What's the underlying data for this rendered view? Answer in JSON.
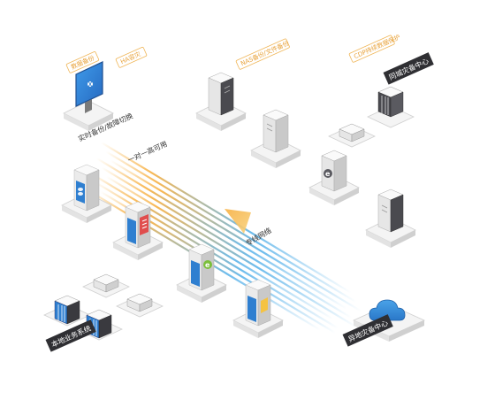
{
  "labels": {
    "realtime_backup": "实时备份/故障切换",
    "one_to_one_ha": "一对一高可用",
    "dedicated_network": "专线网络",
    "local_business_system": "本地业务系统",
    "local_dr_center": "同城灾备中心",
    "remote_dr_center": "异地灾备中心",
    "callout_data_backup": "数据备份",
    "callout_ha": "HA容灾",
    "callout_nas": "NAS备份/文件备份",
    "callout_cdp": "CDP持续数据保护"
  },
  "colors": {
    "server_body": "#f2f2f2",
    "server_side": "#cfcfcf",
    "server_dark": "#4a4a4f",
    "blue": "#2f7fd0",
    "red": "#e04d4d",
    "green": "#7bbf3a",
    "yellow": "#f5c342",
    "orange_stripe": "#f7b042",
    "blue_stripe": "#5db4ea",
    "callout": "#f0b75a",
    "dark_label": "#2f2f33"
  }
}
